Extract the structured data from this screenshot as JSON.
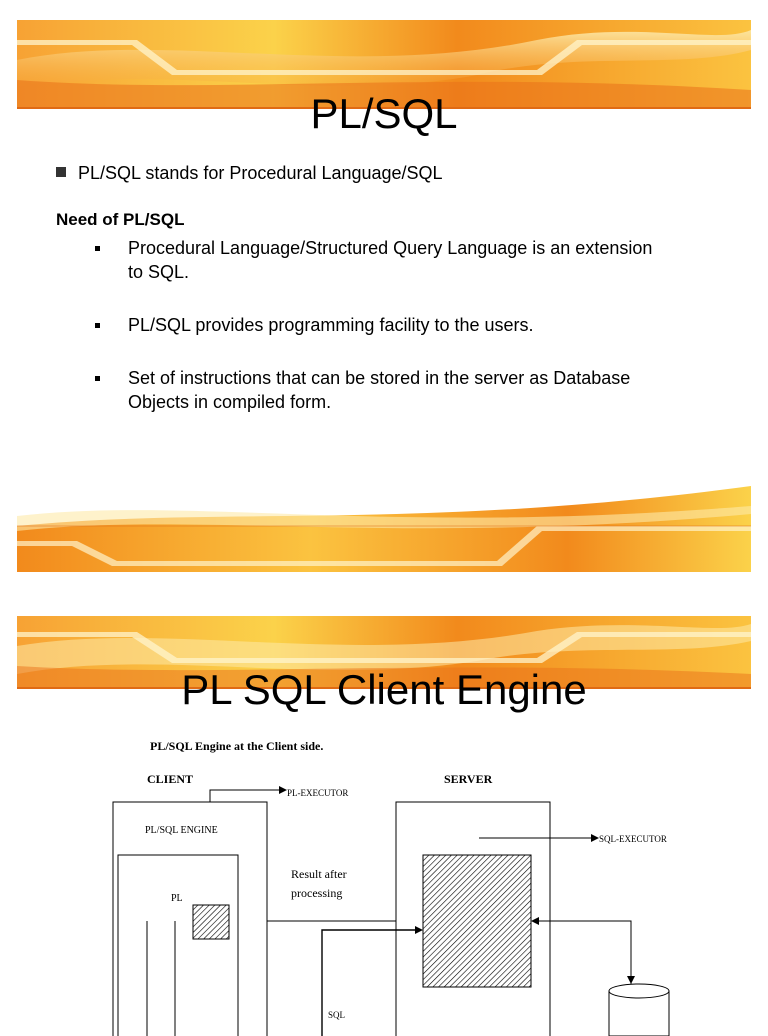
{
  "slide1": {
    "title": "PL/SQL",
    "bullet": "PL/SQL stands for Procedural Language/SQL",
    "need_heading": "Need of PL/SQL",
    "sub_bullets": [
      "Procedural Language/Structured Query Language is an extension to SQL.",
      "PL/SQL provides programming facility to the users.",
      "Set of instructions that can be stored in the server as Database Objects in compiled form."
    ]
  },
  "slide2": {
    "title": "PL SQL Client Engine",
    "diagram": {
      "caption": "PL/SQL Engine at the Client side.",
      "client_label": "CLIENT",
      "server_label": "SERVER",
      "pl_executor": "PL-EXECUTOR",
      "sql_executor": "SQL-EXECUTOR",
      "engine_label": "PL/SQL ENGINE",
      "pl_label": "PL",
      "result_line1": "Result after",
      "result_line2": "processing",
      "sql_label": "SQL"
    }
  },
  "colors": {
    "banner_orange": "#f28a1c",
    "banner_yellow": "#fbd24a",
    "banner_light": "#fde9a8"
  }
}
